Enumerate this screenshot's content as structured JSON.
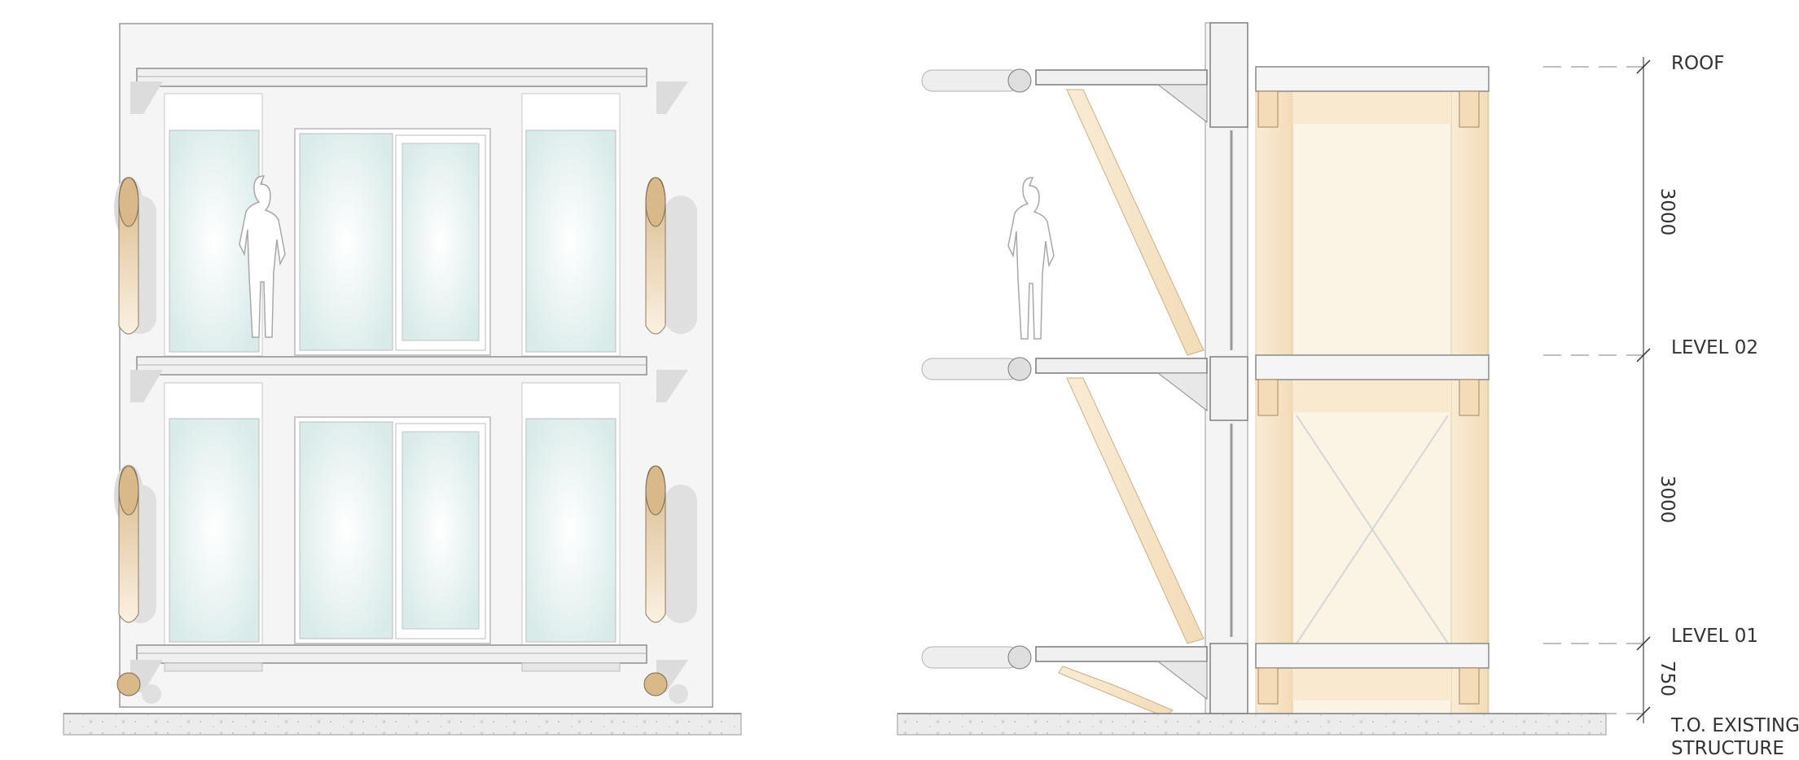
{
  "levels": {
    "roof": "ROOF",
    "level02": "LEVEL 02",
    "level01": "LEVEL 01",
    "existing_line1": "T.O. EXISTING",
    "existing_line2": "STRUCTURE"
  },
  "dimensions": {
    "roof_to_level02": "3000",
    "level02_to_level01": "3000",
    "level01_to_existing": "750"
  },
  "colors": {
    "timber": "#f7e6c8",
    "timber_dark": "#d7b78a",
    "glass": "#dfeeee",
    "ground": "#ececec",
    "frame_line": "#b5b5b5",
    "text": "#333333"
  }
}
